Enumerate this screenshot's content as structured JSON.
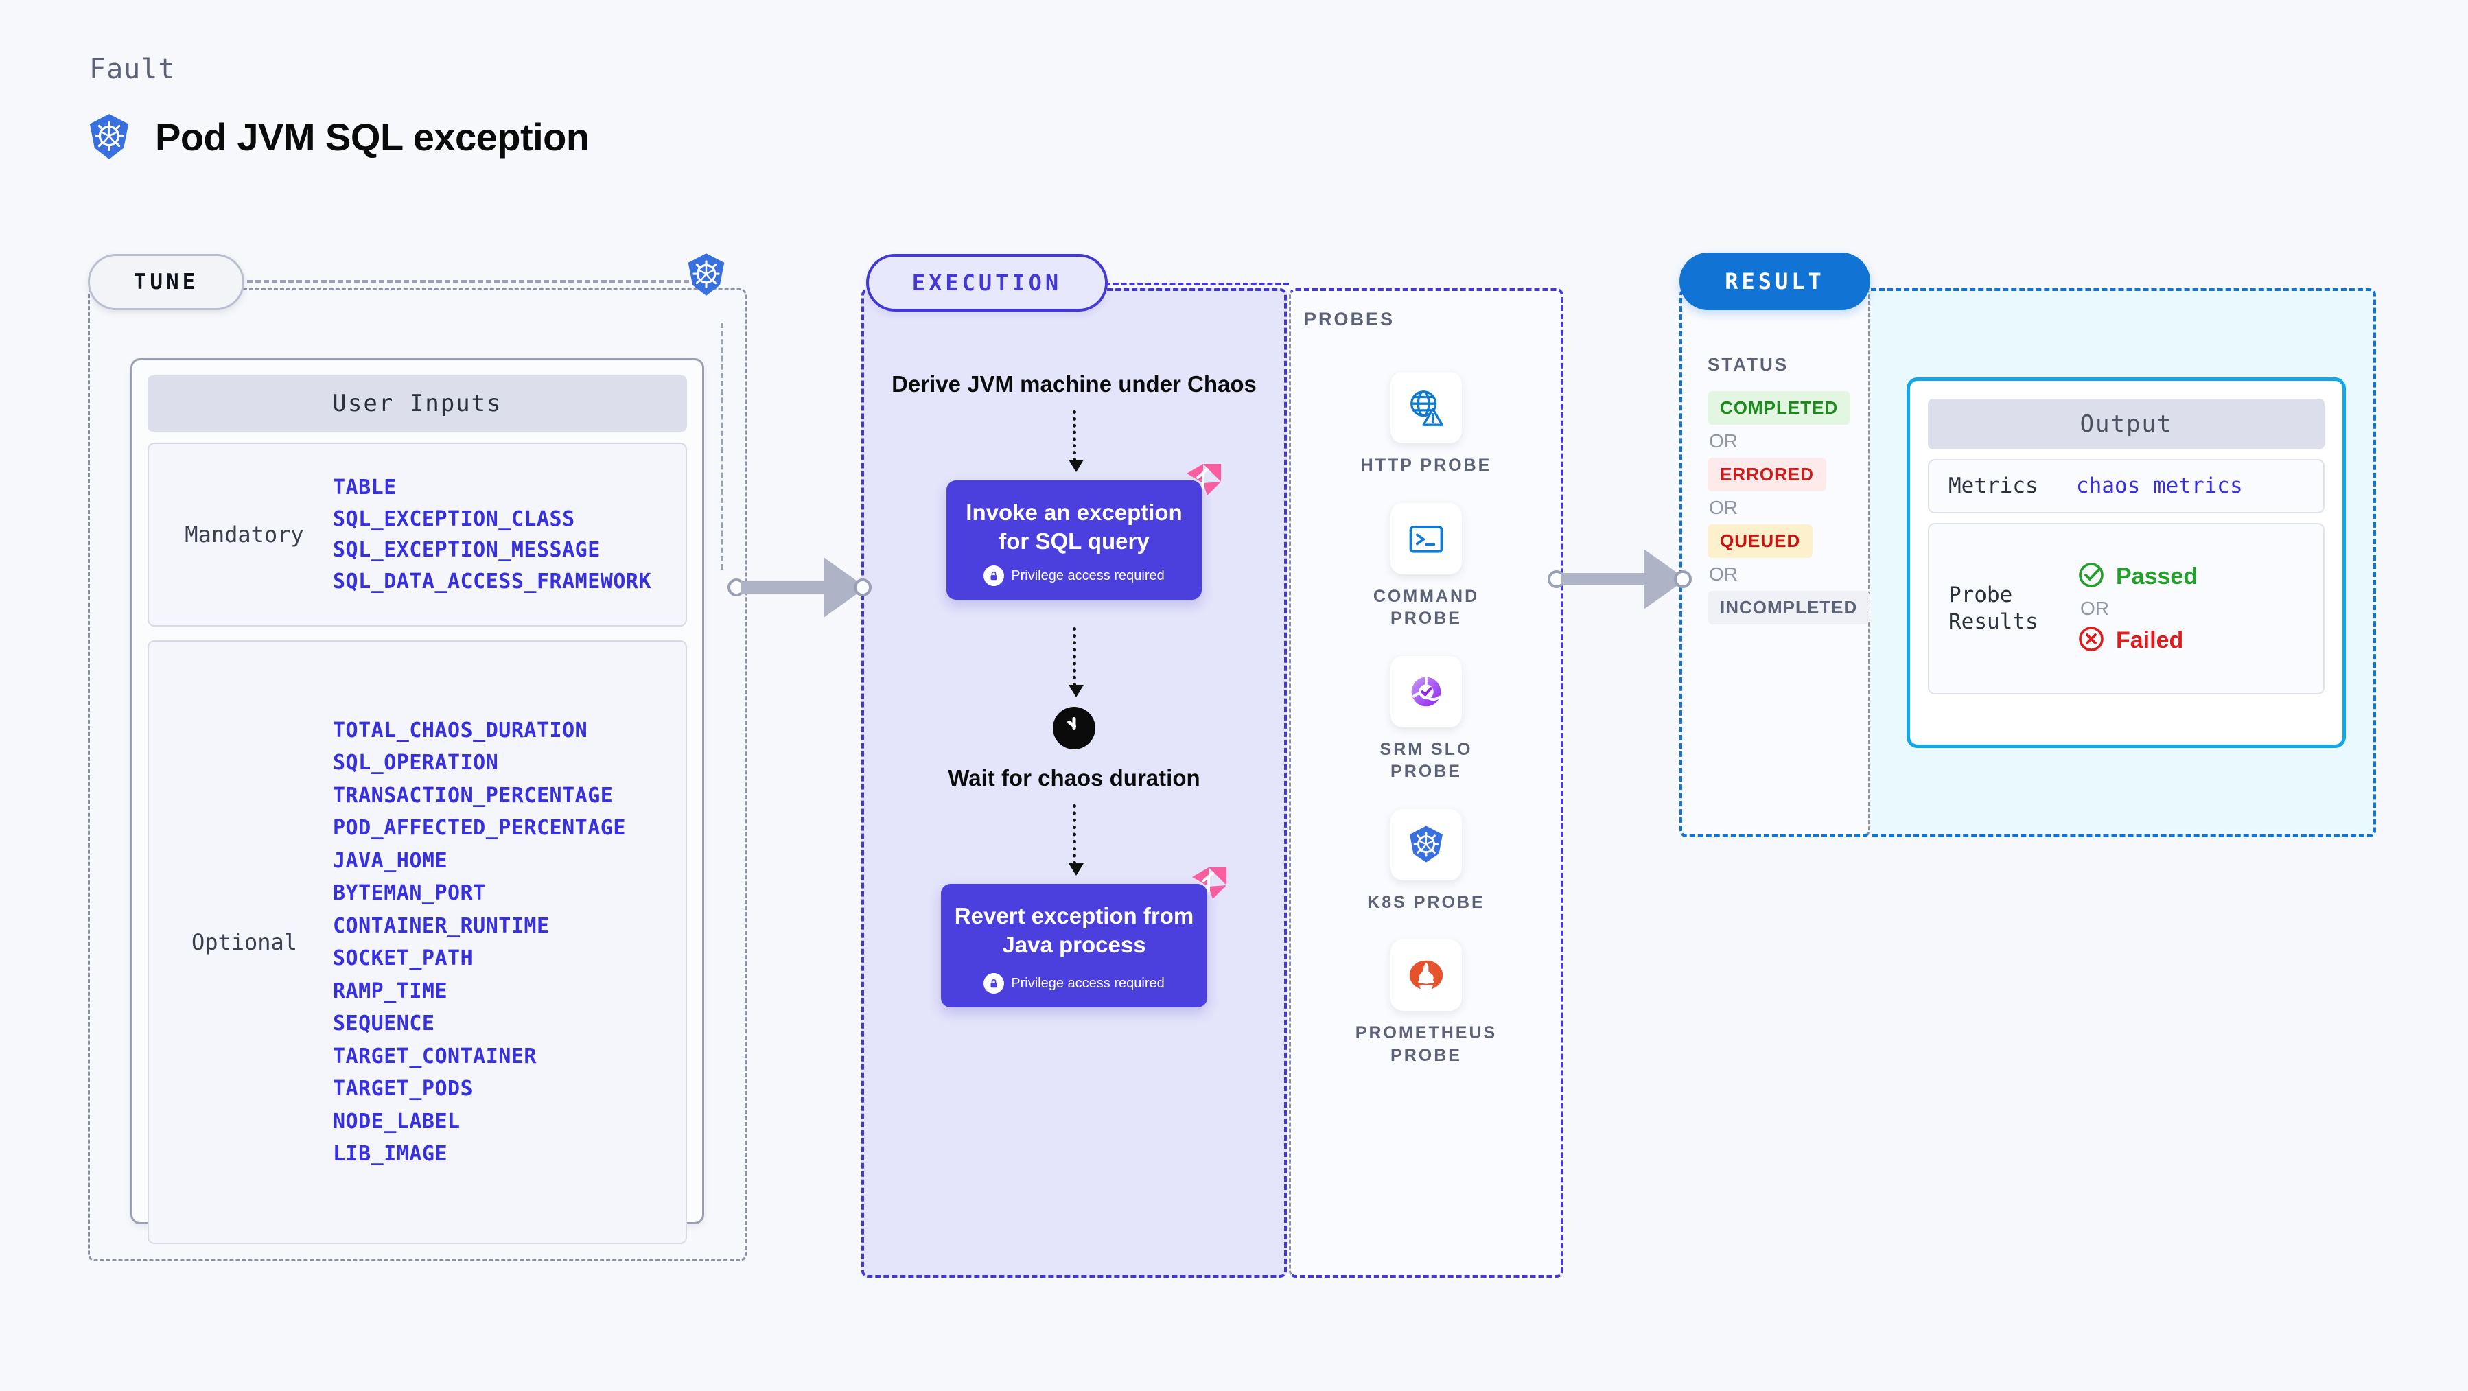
{
  "header": {
    "kicker": "Fault",
    "title": "Pod JVM SQL exception",
    "icon": "kubernetes-icon"
  },
  "tune": {
    "tag": "TUNE",
    "node_icon": "kubernetes-icon",
    "inputs_title": "User Inputs",
    "groups": [
      {
        "label": "Mandatory",
        "items": [
          "TABLE",
          "SQL_EXCEPTION_CLASS",
          "SQL_EXCEPTION_MESSAGE",
          "SQL_DATA_ACCESS_FRAMEWORK"
        ]
      },
      {
        "label": "Optional",
        "items": [
          "TOTAL_CHAOS_DURATION",
          "SQL_OPERATION",
          "TRANSACTION_PERCENTAGE",
          "POD_AFFECTED_PERCENTAGE",
          "JAVA_HOME",
          "BYTEMAN_PORT",
          "CONTAINER_RUNTIME",
          "SOCKET_PATH",
          "RAMP_TIME",
          "SEQUENCE",
          "TARGET_CONTAINER",
          "TARGET_PODS",
          "NODE_LABEL",
          "LIB_IMAGE"
        ]
      }
    ]
  },
  "execution": {
    "tag": "EXECUTION",
    "step_1_text": "Derive JVM machine under Chaos",
    "action_1": {
      "title": "Invoke an exception for SQL query",
      "privilege_note": "Privilege access required",
      "badge_icon": "chaos-badge-icon",
      "lock_icon": "lock-icon"
    },
    "wait_icon": "clock-icon",
    "wait_text": "Wait for chaos duration",
    "action_2": {
      "title": "Revert exception from Java process",
      "privilege_note": "Privilege access required",
      "badge_icon": "chaos-badge-icon",
      "lock_icon": "lock-icon"
    }
  },
  "probes": {
    "title": "PROBES",
    "items": [
      {
        "label": "HTTP PROBE",
        "icon": "globe-warning-icon"
      },
      {
        "label": "COMMAND PROBE",
        "icon": "terminal-icon"
      },
      {
        "label": "SRM SLO PROBE",
        "icon": "srm-slo-icon"
      },
      {
        "label": "K8S PROBE",
        "icon": "kubernetes-icon"
      },
      {
        "label": "PROMETHEUS PROBE",
        "icon": "prometheus-icon"
      }
    ]
  },
  "result": {
    "tag": "RESULT",
    "status_title": "STATUS",
    "or_label": "OR",
    "statuses": [
      {
        "label": "COMPLETED",
        "color": "#1a8a1a",
        "bg": "#e2f6e2"
      },
      {
        "label": "ERRORED",
        "color": "#d01919",
        "bg": "#fdeaea"
      },
      {
        "label": "QUEUED",
        "color": "#cc1111",
        "bg": "#fdf0cc"
      },
      {
        "label": "INCOMPLETED",
        "color": "#5c6378",
        "bg": "#eff1f6"
      }
    ],
    "output": {
      "title": "Output",
      "metrics_label": "Metrics",
      "metrics_value": "chaos metrics",
      "probe_results_label": "Probe Results",
      "passed_label": "Passed",
      "failed_label": "Failed",
      "or_label": "OR",
      "passed_icon": "check-circle-icon",
      "failed_icon": "x-circle-icon",
      "passed_color": "#22a02a",
      "failed_color": "#e01b1b"
    }
  },
  "colors": {
    "k8s_blue": "#3870e0",
    "execution_purple": "#4338d4",
    "result_blue": "#1173d4",
    "output_cyan": "#11a8e8",
    "var_blue": "#3730e0",
    "chaos_pink": "#fb5ea0"
  }
}
